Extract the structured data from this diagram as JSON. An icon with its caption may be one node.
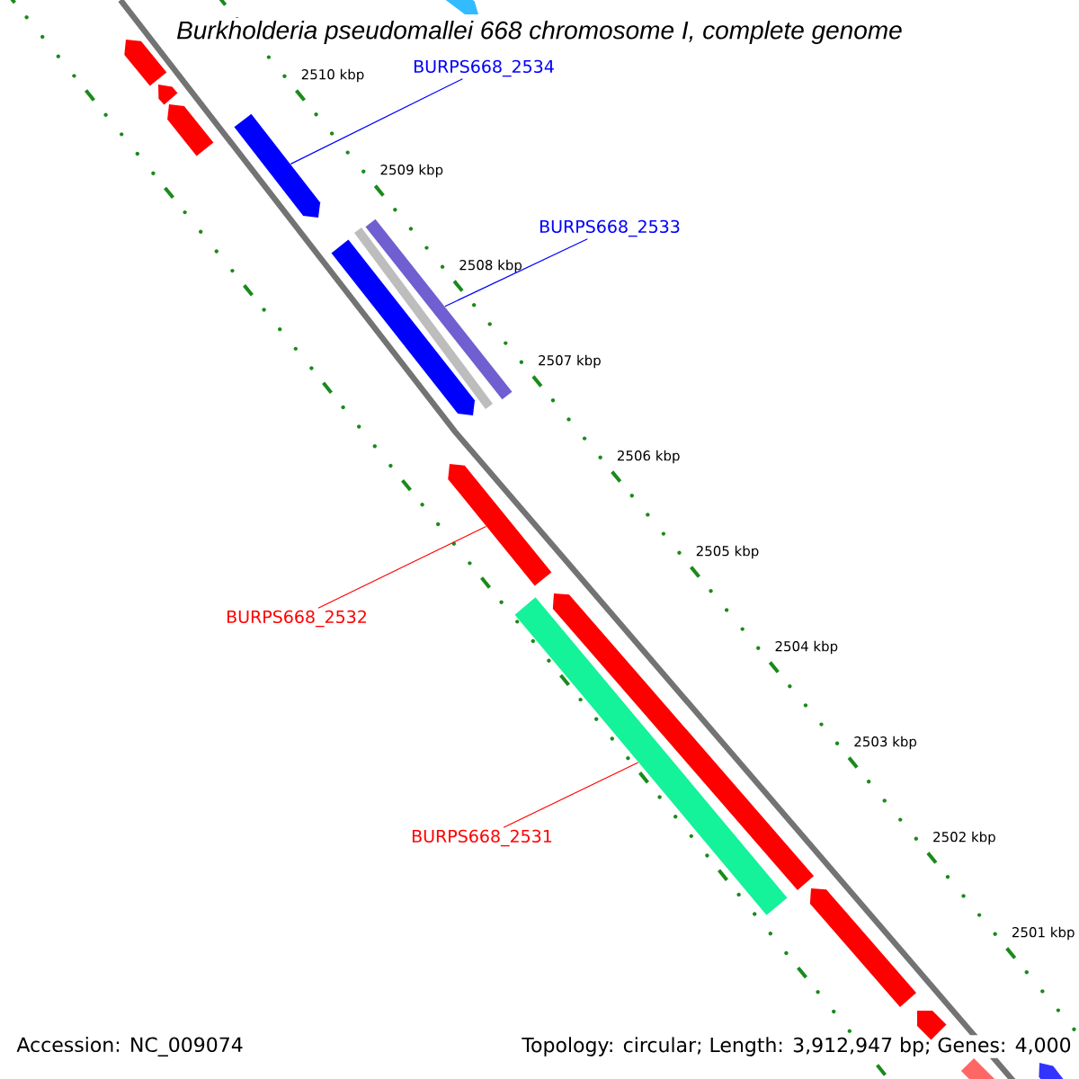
{
  "diagram": {
    "title": "Burkholderia pseudomallei 668 chromosome I, complete genome",
    "nodes": [
      {
        "text": [
          "BURPS668_2534"
        ]
      },
      {
        "text": [
          "BURPS668_2533"
        ]
      },
      {
        "text": [
          "BURPS668_2532"
        ]
      },
      {
        "text": [
          "BURPS668_2531"
        ]
      },
      {
        "text": [],
        "shape": "bar"
      },
      {
        "text": [],
        "shape": "bar"
      },
      {
        "text": [],
        "shape": "bar"
      },
      {
        "text": [],
        "shape": "bar"
      },
      {
        "text": [],
        "shape": "bar"
      },
      {
        "text": [],
        "shape": "bar"
      },
      {
        "text": [],
        "shape": "bar"
      },
      {
        "text": [],
        "shape": "bar"
      },
      {
        "text": [],
        "shape": "bar"
      },
      {
        "text": [],
        "shape": "bar"
      },
      {
        "text": [],
        "shape": "bar"
      },
      {
        "text": [],
        "shape": "bar"
      },
      {
        "text": [],
        "shape": "bar"
      },
      {
        "text": [],
        "shape": "bar"
      },
      {
        "text": [],
        "shape": "bar"
      }
    ],
    "edges": [
      {
        "from": 0,
        "to": 8,
        "arrow": "none",
        "color": "#0000ff"
      },
      {
        "from": 1,
        "to": 9,
        "arrow": "none",
        "color": "#0000ff"
      },
      {
        "from": 2,
        "to": 12,
        "arrow": "none",
        "color": "#ff0000"
      },
      {
        "from": 3,
        "to": 14,
        "arrow": "none",
        "color": "#ff0000"
      }
    ],
    "labels": [
      "2510 kbp",
      "2509 kbp",
      "2508 kbp",
      "2507 kbp",
      "2506 kbp",
      "2505 kbp",
      "2504 kbp",
      "2503 kbp",
      "2502 kbp",
      "2501 kbp",
      "Accession: NC_009074",
      "Topology: circular; Length: 3,912,947 bp; Genes: 4,000"
    ]
  }
}
